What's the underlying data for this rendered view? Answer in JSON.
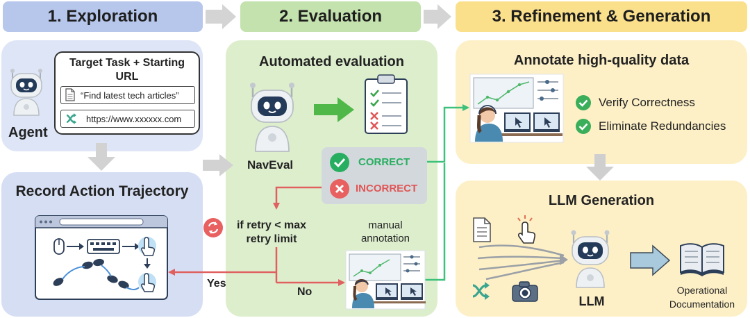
{
  "stages": {
    "exploration": {
      "title": "1. Exploration"
    },
    "evaluation": {
      "title": "2. Evaluation"
    },
    "refinement": {
      "title": "3. Refinement & Generation"
    }
  },
  "exploration": {
    "agent_label": "Agent",
    "task_card": {
      "title_line1": "Target Task + Starting",
      "title_line2": "URL",
      "query": "“Find latest tech articles”",
      "url": "https://www.xxxxxx.com"
    },
    "record_title": "Record Action Trajectory"
  },
  "evaluation": {
    "title": "Automated evaluation",
    "evaluator_label": "NavEval",
    "correct": "CORRECT",
    "incorrect": "INCORRECT",
    "retry_line1": "if retry < max",
    "retry_line2": "retry limit",
    "manual_line1": "manual",
    "manual_line2": "annotation",
    "yes": "Yes",
    "no": "No"
  },
  "refinement": {
    "annotate_title": "Annotate high-quality data",
    "checks": [
      "Verify Correctness",
      "Eliminate Redundancies"
    ],
    "llm_title": "LLM Generation",
    "llm_label": "LLM",
    "output_line1": "Operational",
    "output_line2": "Documentation"
  },
  "colors": {
    "exploration_header": "#b7c7ec",
    "evaluation_header": "#c3e2ad",
    "refinement_header": "#fbe08c",
    "correct_green": "#27ae60",
    "incorrect_red": "#e05555",
    "flow_green": "#3cc07a",
    "flow_red": "#e06060"
  }
}
